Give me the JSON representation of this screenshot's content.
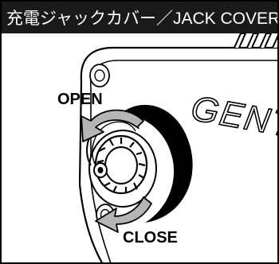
{
  "header": {
    "title": "充電ジャックカバー／JACK COVER"
  },
  "illustration": {
    "brand_text": "GENTO",
    "labels": {
      "open": "OPEN",
      "close": "CLOSE"
    },
    "line_color": "#000000",
    "arrow_fill": "#b5b5b5",
    "background": "#ffffff"
  }
}
